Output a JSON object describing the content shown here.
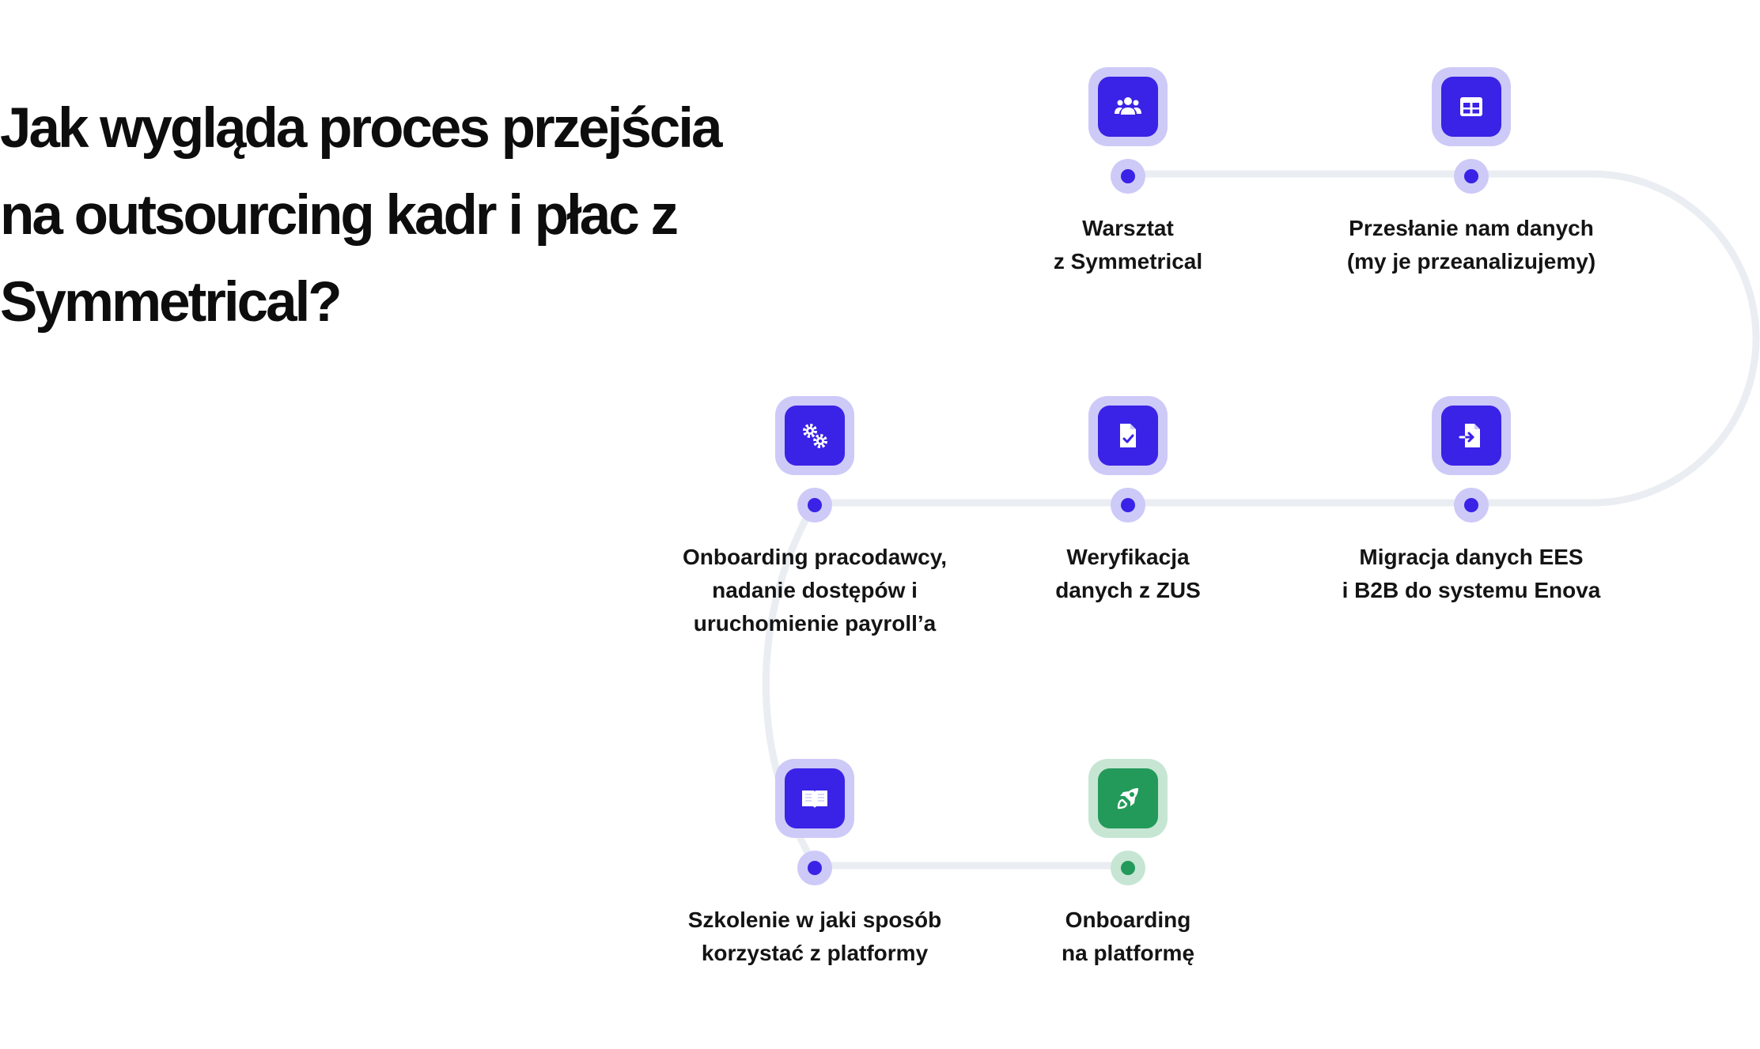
{
  "title": {
    "lines": [
      "Jak wygląda proces przejścia",
      "na outsourcing kadr i płac z",
      "Symmetrical?"
    ]
  },
  "steps": [
    {
      "icon": "users-icon",
      "lines": [
        "Warsztat",
        "z Symmetrical"
      ]
    },
    {
      "icon": "table-icon",
      "lines": [
        "Przesłanie nam danych",
        "(my je przeanalizujemy)"
      ]
    },
    {
      "icon": "file-import-icon",
      "lines": [
        "Migracja danych EES",
        "i B2B do systemu Enova"
      ]
    },
    {
      "icon": "file-check-icon",
      "lines": [
        "Weryfikacja",
        "danych z ZUS"
      ]
    },
    {
      "icon": "gears-icon",
      "lines": [
        "Onboarding pracodawcy,",
        "nadanie dostępów i",
        "uruchomienie payroll’a"
      ]
    },
    {
      "icon": "book-icon",
      "lines": [
        "Szkolenie w jaki sposób",
        "korzystać z platformy"
      ]
    },
    {
      "icon": "rocket-icon",
      "lines": [
        "Onboarding",
        "na platformę"
      ]
    }
  ],
  "colors": {
    "accent": "#3a22e6",
    "accent_light": "#cdcaf8",
    "success": "#239a5a",
    "success_light": "#c6e6d3",
    "path": "#eaedf2",
    "title": "#0d0d0d"
  }
}
